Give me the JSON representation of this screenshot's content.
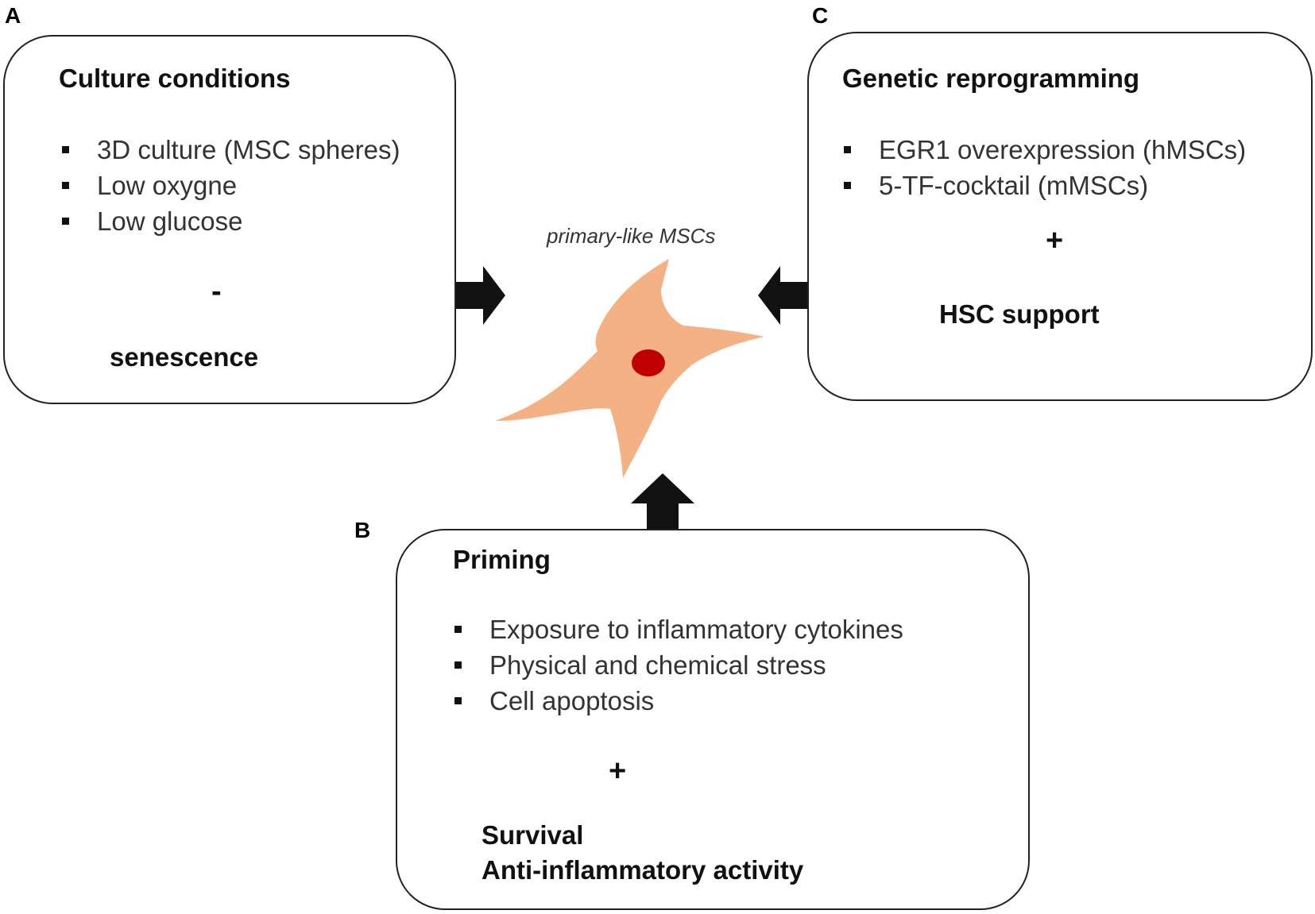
{
  "colors": {
    "cell_body": "#F4B183",
    "cell_nucleus": "#C00000",
    "stroke": "#111111",
    "text": "#111111"
  },
  "center": {
    "label": "primary-like MSCs"
  },
  "panels": {
    "a": {
      "letter": "A",
      "title": "Culture conditions",
      "items": [
        "3D culture (MSC spheres)",
        "Low oxygne",
        "Low glucose"
      ],
      "effect_sign": "-",
      "effect_icon": "inhibition-icon",
      "outcome": "senescence"
    },
    "b": {
      "letter": "B",
      "title": "Priming",
      "items": [
        "Exposure to inflammatory cytokines",
        "Physical and chemical stress",
        "Cell apoptosis"
      ],
      "effect_sign": "+",
      "effect_icon": "arrow-down-icon",
      "outcome_lines": [
        "Survival",
        "Anti-inflammatory activity"
      ]
    },
    "c": {
      "letter": "C",
      "title": "Genetic reprogramming",
      "items": [
        "EGR1  overexpression (hMSCs)",
        "5-TF-cocktail (mMSCs)"
      ],
      "effect_sign": "+",
      "effect_icon": "arrow-down-icon",
      "outcome": "HSC support"
    }
  }
}
